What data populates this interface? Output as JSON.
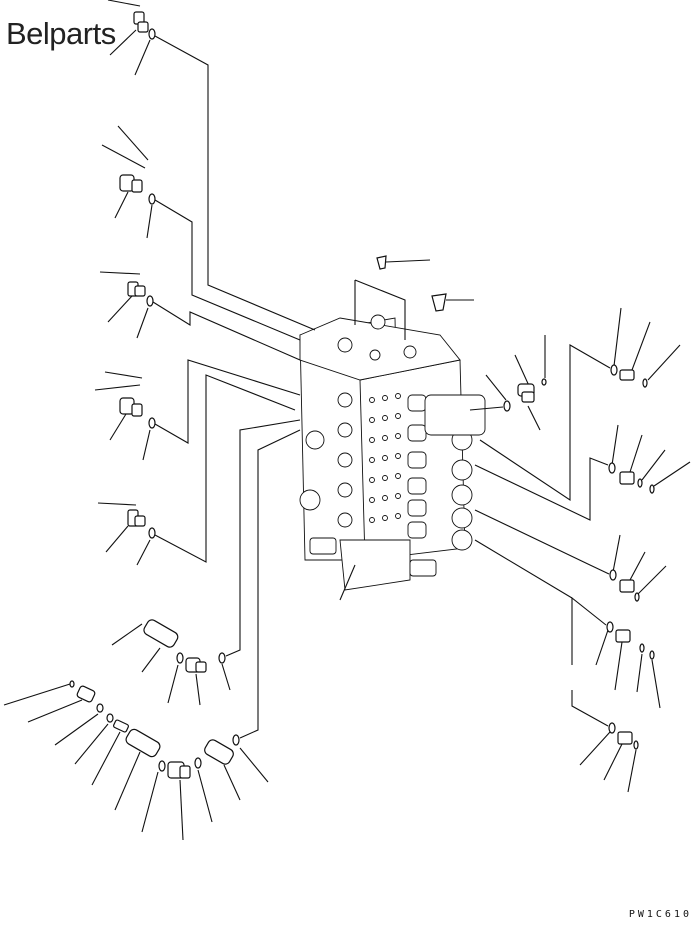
{
  "watermark": {
    "text": "Belparts"
  },
  "drawing_code": {
    "text": "PW1C610"
  },
  "icons": {
    "valve": "control-valve-assembly",
    "fittings": "elbow-fitting, o-ring, plug, check-valve"
  }
}
